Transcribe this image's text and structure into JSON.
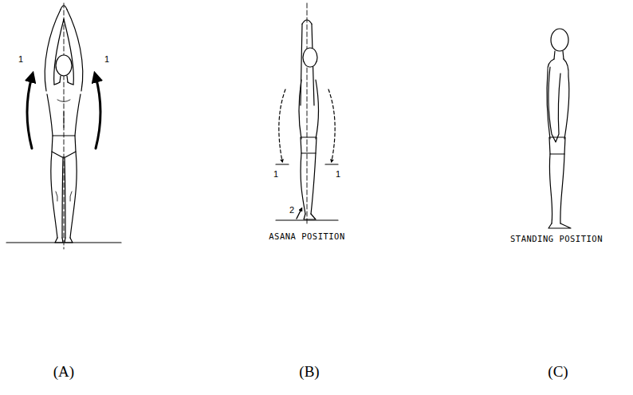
{
  "diagram": {
    "labels": [
      "1",
      "1",
      "1",
      "1",
      "2",
      "ASANA POSITION",
      "STANDING POSITION",
      "(A)",
      "(B)",
      "(C)"
    ]
  }
}
